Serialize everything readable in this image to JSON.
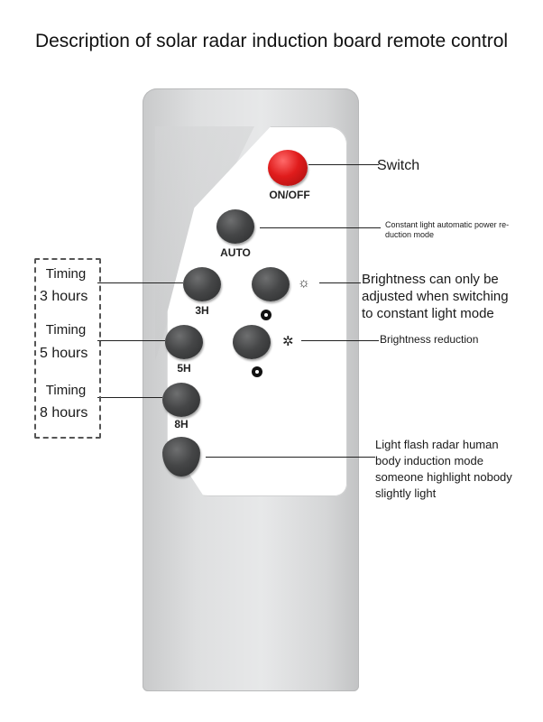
{
  "title": "Description of solar radar induction board remote control",
  "buttons": {
    "onoff": "ON/OFF",
    "auto": "AUTO",
    "h3": "3H",
    "h5": "5H",
    "h8": "8H"
  },
  "icons": {
    "brightness_up": "sun-icon",
    "brightness_down": "sun-dim-icon",
    "dot": "dot-icon"
  },
  "annotations": {
    "switch": "Switch",
    "constant": "Constant light automatic power re-\nduction mode",
    "brightness_note": "Brightness can only be\nadjusted when switching\nto constant light mode",
    "brightness_reduction": "Brightness reduction",
    "radar": "Light flash radar human\nbody induction mode\nsomeone highlight nobody\nslightly light"
  },
  "timing": [
    {
      "label": "Timing",
      "hours": "3 hours"
    },
    {
      "label": "Timing",
      "hours": "5 hours"
    },
    {
      "label": "Timing",
      "hours": "8 hours"
    }
  ],
  "colors": {
    "power_button": "#e01c1c",
    "button": "#454647",
    "remote_body": "#dedfe0"
  }
}
